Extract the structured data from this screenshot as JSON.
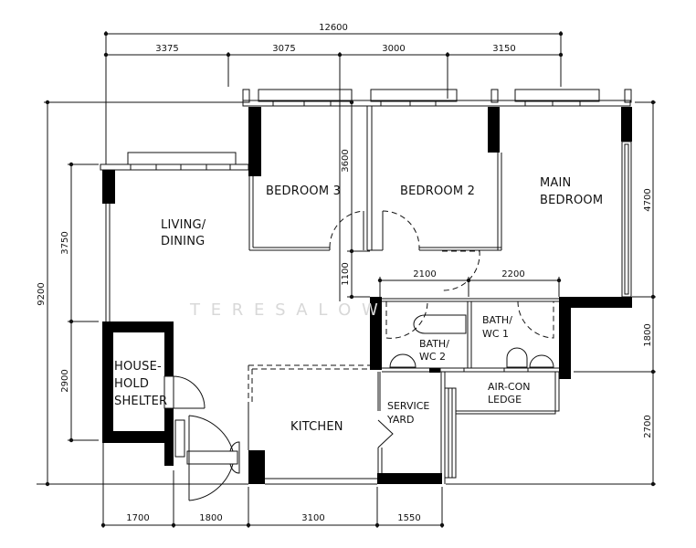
{
  "plan": {
    "watermark": "T  E  R  E  S  A    L  O  W",
    "rooms": {
      "living_dining": [
        "LIVING/",
        "DINING"
      ],
      "bedroom3": "BEDROOM 3",
      "bedroom2": "BEDROOM 2",
      "main_bedroom": [
        "MAIN",
        "BEDROOM"
      ],
      "household_shelter": [
        "HOUSE-",
        "HOLD",
        "SHELTER"
      ],
      "kitchen": "KITCHEN",
      "service_yard": [
        "SERVICE",
        "YARD"
      ],
      "bath_wc2": [
        "BATH/",
        "WC 2"
      ],
      "bath_wc1": [
        "BATH/",
        "WC 1"
      ],
      "aircon_ledge": [
        "AIR-CON",
        "LEDGE"
      ]
    },
    "dimensions": {
      "top_total": "12600",
      "top_segments": [
        "3375",
        "3075",
        "3000",
        "3150"
      ],
      "bottom_segments": [
        "1700",
        "1800",
        "3100",
        "1550"
      ],
      "left_total": "9200",
      "left_segments": [
        "3750",
        "2900"
      ],
      "right_segments": [
        "4700",
        "1800",
        "2700"
      ],
      "bedroom_depth": "3600",
      "corridor": "1100",
      "bath_widths": [
        "2100",
        "2200"
      ]
    }
  }
}
